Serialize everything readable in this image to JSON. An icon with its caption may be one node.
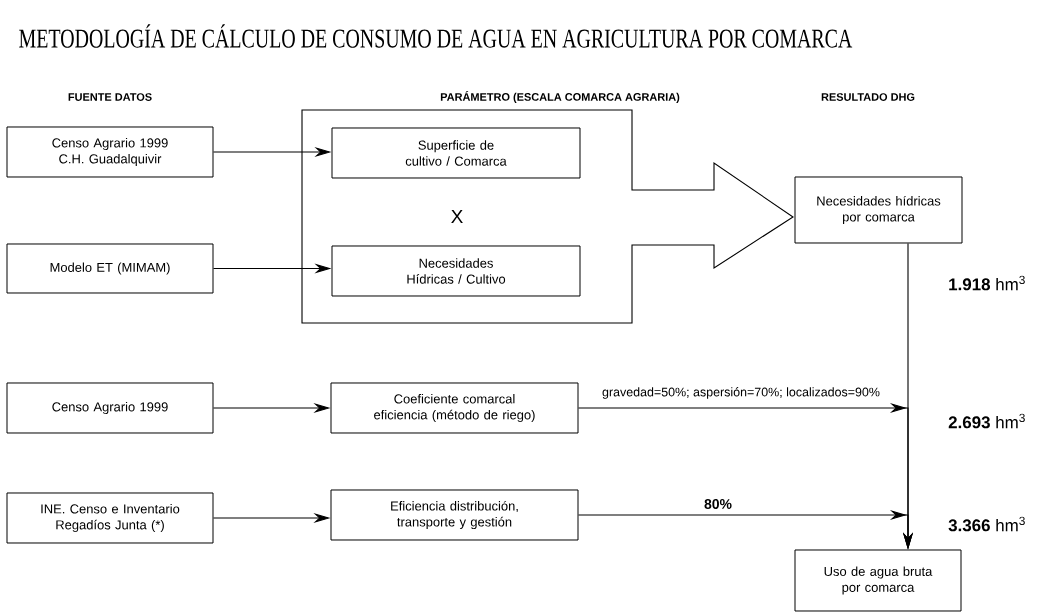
{
  "diagram": {
    "title": "METODOLOGÍA DE CÁLCULO DE CONSUMO DE AGUA EN AGRICULTURA POR COMARCA",
    "nodes": [
      {
        "text": [
          "Censo Agrario 1999 C.H. Guadalquivir"
        ]
      },
      {
        "text": [
          "Modelo ET (MIMAM)"
        ]
      },
      {
        "text": [
          "Censo Agrario 1999"
        ]
      },
      {
        "text": [
          "INE. Censo e Inventario Regadíos Junta (*)"
        ]
      },
      {
        "text": [
          "X"
        ]
      },
      {
        "text": [
          "Superficie de cultivo / Comarca"
        ],
        "in": 4
      },
      {
        "text": [
          "Necesidades Hídricas / Cultivo"
        ],
        "in": 4
      },
      {
        "text": [
          "Necesidades hídricas por comarca"
        ]
      },
      {
        "text": [
          "Coeficiente comarcal eficiencia (método de riego)"
        ]
      },
      {
        "text": [
          "Eficiencia distribución, transporte y gestión"
        ]
      },
      {
        "text": [
          "Uso de agua bruta por comarca"
        ]
      }
    ],
    "edges": [
      {
        "from": 0,
        "to": 5,
        "arrow": "to"
      },
      {
        "from": 1,
        "to": 6,
        "arrow": "to"
      },
      {
        "from": 2,
        "to": 8,
        "arrow": "to"
      },
      {
        "from": 3,
        "to": 9,
        "arrow": "to"
      },
      {
        "from": 7,
        "to": 10,
        "arrow": "to"
      },
      {
        "from": 8,
        "to": 10,
        "arrow": "to",
        "label": "gravedad=50%; aspersión=70%; localizados=90%"
      },
      {
        "from": 9,
        "to": 10,
        "arrow": "to",
        "label": "80%"
      }
    ],
    "labels": [
      "FUENTE DATOS",
      "PARÁMETRO (ESCALA COMARCA AGRARIA)",
      "RESULTADO DHG",
      "**1.918** hm$^{3}$",
      "**2.693** hm$^{3}$",
      "**3.366** hm$^{3}$"
    ]
  }
}
